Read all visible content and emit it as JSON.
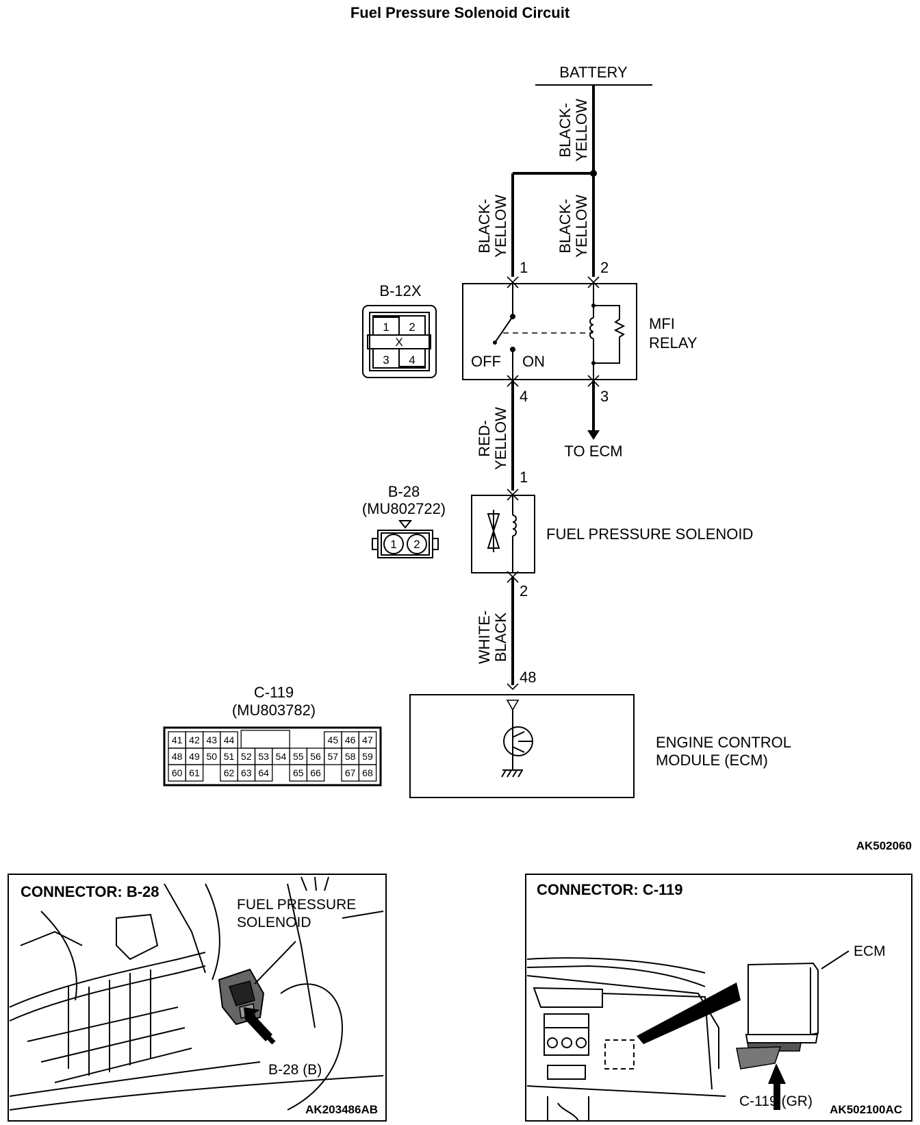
{
  "title": "Fuel Pressure Solenoid Circuit",
  "schematic": {
    "battery": "BATTERY",
    "wire_battery": [
      "BLACK-",
      "YELLOW"
    ],
    "wire_relay_1": [
      "BLACK-",
      "YELLOW"
    ],
    "wire_relay_2": [
      "BLACK-",
      "YELLOW"
    ],
    "wire_relay_4": [
      "RED-",
      "YELLOW"
    ],
    "wire_solenoid_2": [
      "WHITE-",
      "BLACK"
    ],
    "relay_pins": [
      "1",
      "2",
      "4",
      "3"
    ],
    "relay_off": "OFF",
    "relay_on": "ON",
    "relay_name": [
      "MFI",
      "RELAY"
    ],
    "to_ecm": "TO ECM",
    "solenoid_pins": [
      "1",
      "2"
    ],
    "solenoid_name": "FUEL PRESSURE SOLENOID",
    "ecm_pin": "48",
    "ecm_name": [
      "ENGINE CONTROL",
      "MODULE (ECM)"
    ],
    "diagram_code": "AK502060"
  },
  "connectors": {
    "b12x": {
      "name": "B-12X",
      "pins": [
        "1",
        "2",
        "3",
        "4"
      ],
      "center": "X"
    },
    "b28": {
      "name": "B-28",
      "part": "(MU802722)",
      "pins": [
        "1",
        "2"
      ]
    },
    "c119": {
      "name": "C-119",
      "part": "(MU803782)",
      "rows": [
        [
          "41",
          "42",
          "43",
          "44",
          "",
          "",
          "",
          "",
          "",
          "45",
          "46",
          "47"
        ],
        [
          "48",
          "49",
          "50",
          "51",
          "52",
          "53",
          "54",
          "55",
          "56",
          "57",
          "58",
          "59"
        ],
        [
          "60",
          "61",
          "",
          "62",
          "63",
          "64",
          "",
          "65",
          "66",
          "",
          "67",
          "68"
        ]
      ]
    }
  },
  "panels": {
    "b28": {
      "heading": "CONNECTOR: B-28",
      "callout": [
        "FUEL PRESSURE",
        "SOLENOID"
      ],
      "pointer": "B-28 (B)",
      "code": "AK203486AB"
    },
    "c119": {
      "heading": "CONNECTOR: C-119",
      "callout": "ECM",
      "pointer": "C-119 (GR)",
      "code": "AK502100AC"
    }
  }
}
